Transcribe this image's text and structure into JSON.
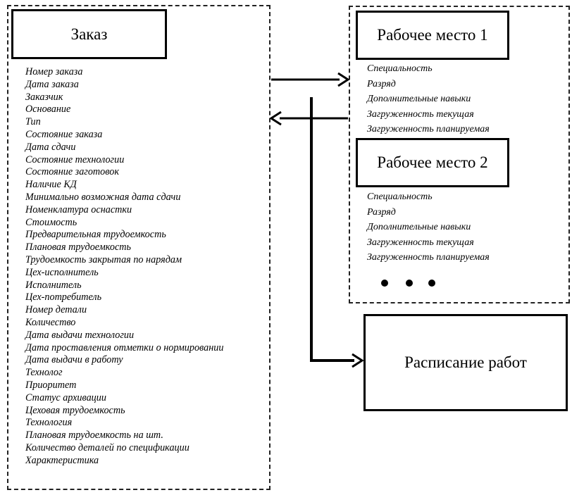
{
  "order": {
    "title": "Заказ",
    "attributes": [
      "Номер заказа",
      "Дата заказа",
      "Заказчик",
      "Основание",
      "Тип",
      "Состояние заказа",
      "Дата сдачи",
      "Состояние технологии",
      "Состояние заготовок",
      "Наличие КД",
      "Минимально возможная дата сдачи",
      "Номенклатура оснастки",
      "Стоимость",
      "Предварительная трудоемкость",
      "Плановая трудоемкость",
      "Трудоемкость закрытая по нарядам",
      "Цех-исполнитель",
      "Исполнитель",
      "Цех-потребитель",
      "Номер детали",
      "Количество",
      "Дата выдачи технологии",
      "Дата проставления отметки о нормировании",
      "Дата выдачи в работу",
      "Технолог",
      "Приоритет",
      "Статус архивации",
      "Цеховая трудоемкость",
      "Технология",
      "Плановая трудоемкость на шт.",
      "Количество деталей по спецификации",
      "Характеристика"
    ]
  },
  "workstation1": {
    "title": "Рабочее место 1",
    "attributes": [
      "Специальность",
      "Разряд",
      "Дополнительные навыки",
      "Загруженность текущая",
      "Загруженность планируемая"
    ]
  },
  "workstation2": {
    "title": "Рабочее место 2",
    "attributes": [
      "Специальность",
      "Разряд",
      "Дополнительные навыки",
      "Загруженность текущая",
      "Загруженность планируемая"
    ]
  },
  "schedule": {
    "title": "Расписание работ"
  },
  "colors": {
    "line": "#000000",
    "background": "#ffffff"
  }
}
